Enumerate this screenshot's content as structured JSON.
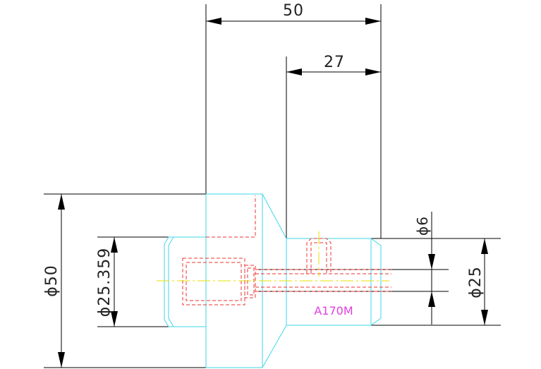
{
  "dimensions": {
    "overall_length": "50",
    "step_length": "27",
    "outer_diameter": "ϕ50",
    "bore_diameter": "ϕ25.359",
    "pin_diameter": "ϕ6",
    "shank_diameter": "ϕ25"
  },
  "part_label": "A170M",
  "colors": {
    "outline": "#3fd6e8",
    "hidden_lines": "#ee3333",
    "center_lines": "#e6e000",
    "dimensions": "#000000",
    "label": "#e040e0"
  }
}
